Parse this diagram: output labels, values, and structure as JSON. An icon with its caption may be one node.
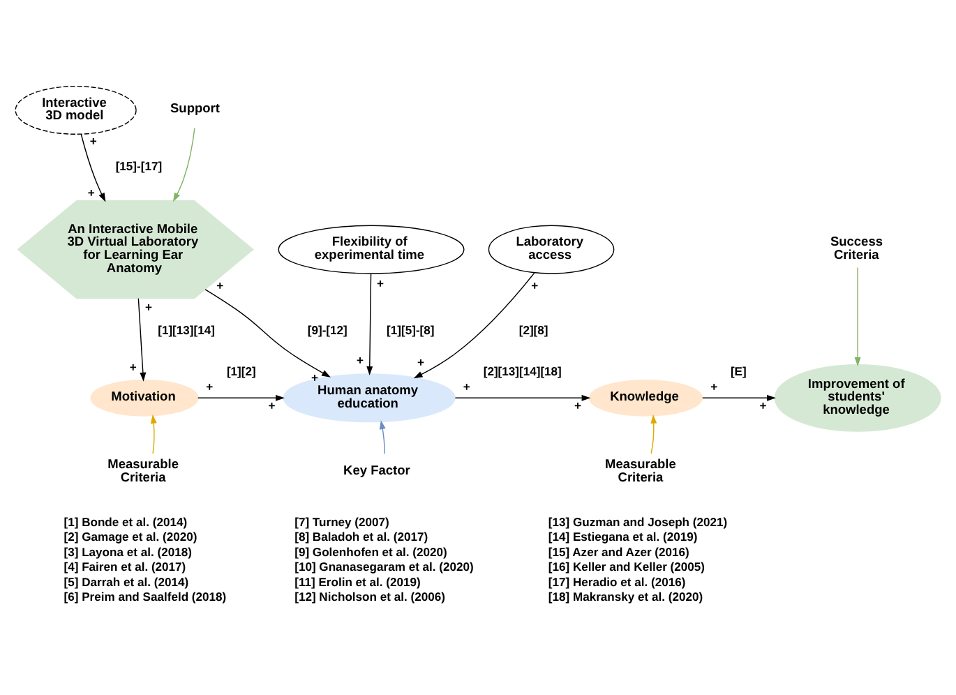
{
  "diagram": {
    "nodes": [
      {
        "text": [
          "Interactive 3D model"
        ]
      },
      {
        "text": [
          "Support"
        ]
      },
      {
        "text": [
          "An Interactive Mobile 3D Virtual Laboratory for Learning Ear Anatomy"
        ]
      },
      {
        "text": [
          "Flexibility of experimental time"
        ]
      },
      {
        "text": [
          "Laboratory access"
        ]
      },
      {
        "text": [
          "Success Criteria"
        ]
      },
      {
        "text": [
          "Motivation"
        ]
      },
      {
        "text": [
          "Human anatomy education"
        ]
      },
      {
        "text": [
          "Knowledge"
        ]
      },
      {
        "text": [
          "Improvement of students' knowledge"
        ]
      },
      {
        "text": [
          "Measurable Criteria"
        ]
      },
      {
        "text": [
          "Key Factor"
        ]
      },
      {
        "text": [
          "Measurable Criteria"
        ]
      }
    ],
    "edges": [
      {
        "from": 0,
        "to": 2,
        "arrow": "to",
        "label": "[15]-[17]"
      },
      {
        "from": 1,
        "to": 2,
        "arrow": "to",
        "color": "#82b366"
      },
      {
        "from": 2,
        "to": 6,
        "arrow": "to",
        "label": "[1][13][14]"
      },
      {
        "from": 2,
        "to": 7,
        "arrow": "to",
        "label": "[9]-[12]"
      },
      {
        "from": 3,
        "to": 7,
        "arrow": "to",
        "label": "[1][5]-[8]"
      },
      {
        "from": 4,
        "to": 7,
        "arrow": "to",
        "label": "[2][8]"
      },
      {
        "from": 6,
        "to": 7,
        "arrow": "to",
        "label": "[1][2]"
      },
      {
        "from": 7,
        "to": 8,
        "arrow": "to",
        "label": "[2][13][14][18]"
      },
      {
        "from": 8,
        "to": 9,
        "arrow": "to",
        "label": "[E]"
      },
      {
        "from": 5,
        "to": 9,
        "arrow": "to",
        "color": "#82b366"
      },
      {
        "from": 10,
        "to": 6,
        "arrow": "to",
        "color": "#e0a800"
      },
      {
        "from": 11,
        "to": 7,
        "arrow": "to",
        "color": "#6c8ebf"
      },
      {
        "from": 12,
        "to": 8,
        "arrow": "to",
        "color": "#e0a800"
      }
    ],
    "labels": [
      "+",
      "+",
      "+",
      "+",
      "+",
      "+",
      "+",
      "+",
      "+",
      "+",
      "+",
      "+",
      "+",
      "+",
      "+",
      "+",
      "[1] Bonde et al. (2014)",
      "[2] Gamage et al. (2020)",
      "[3] Layona et al. (2018)",
      "[4] Fairen et al. (2017)",
      "[5] Darrah et al. (2014)",
      "[6] Preim and Saalfeld (2018)",
      "[7] Turney (2007)",
      "[8] Baladoh et al. (2017)",
      "[9] Golenhofen et al. (2020)",
      "[10] Gnanasegaram et al. (2020)",
      "[11] Erolin et al. (2019)",
      "[12] Nicholson et al. (2006)",
      "[13] Guzman and Joseph (2021)",
      "[14] Estiegana et al. (2019)",
      "[15] Azer and Azer (2016)",
      "[16] Keller and Keller (2005)",
      "[17] Heradio et al. (2016)",
      "[18] Makransky et al. (2020)"
    ]
  }
}
